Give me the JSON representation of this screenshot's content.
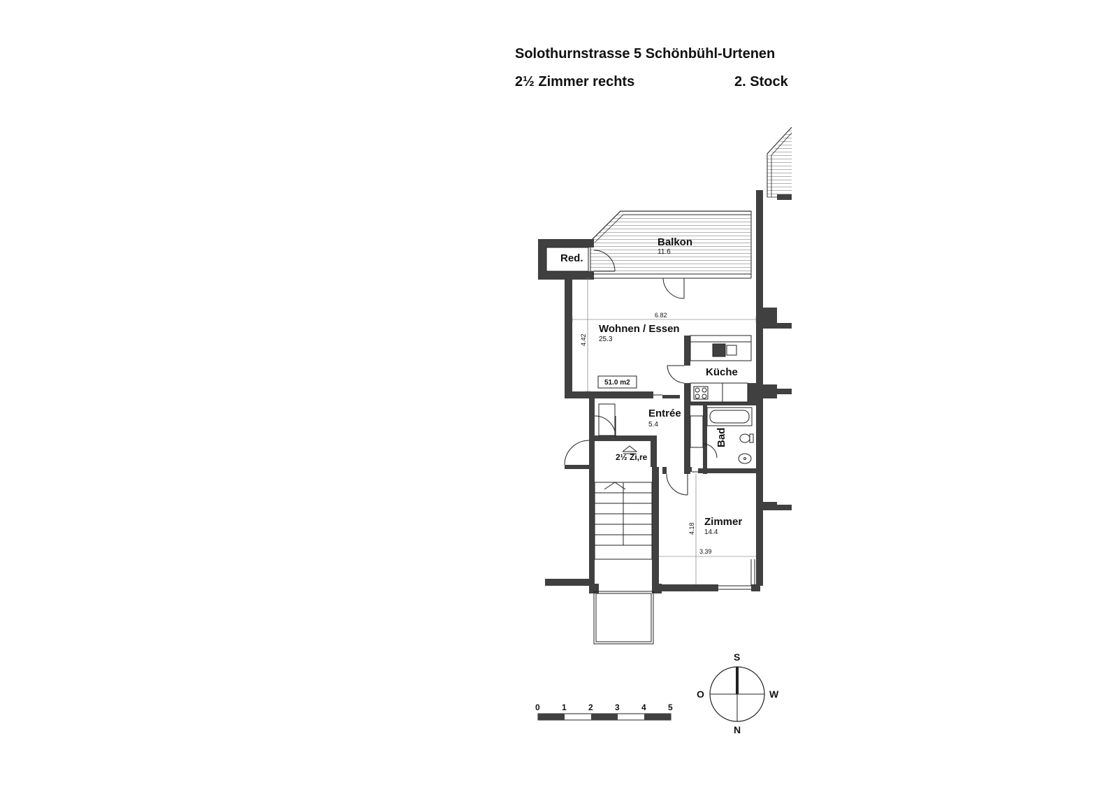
{
  "header": {
    "address": "Solothurnstrasse 5 Schönbühl-Urtenen",
    "unit": "2½ Zimmer rechts",
    "floor": "2. Stock"
  },
  "rooms": {
    "balkon": {
      "name": "Balkon",
      "area": "11.6"
    },
    "reduit": {
      "name": "Red."
    },
    "wohnen": {
      "name": "Wohnen / Essen",
      "area": "25.3"
    },
    "kueche": {
      "name": "Küche"
    },
    "entree": {
      "name": "Entrée",
      "area": "5.4"
    },
    "bad": {
      "name": "Bad"
    },
    "zimmer": {
      "name": "Zimmer",
      "area": "14.4"
    }
  },
  "total_area": "51.0 m2",
  "entrance_label": "2½ Zi,re",
  "dimensions": {
    "wohnen_width": "6.82",
    "wohnen_depth": "4.42",
    "zimmer_width": "3.39",
    "zimmer_depth": "4.18"
  },
  "compass": {
    "top": "S",
    "left": "O",
    "right": "W",
    "bottom": "N"
  },
  "scale_bar": {
    "labels": [
      "0",
      "1",
      "2",
      "3",
      "4",
      "5"
    ]
  },
  "colors": {
    "wall": "#404040",
    "line": "#222222",
    "hatch": "#9a9a9a"
  }
}
